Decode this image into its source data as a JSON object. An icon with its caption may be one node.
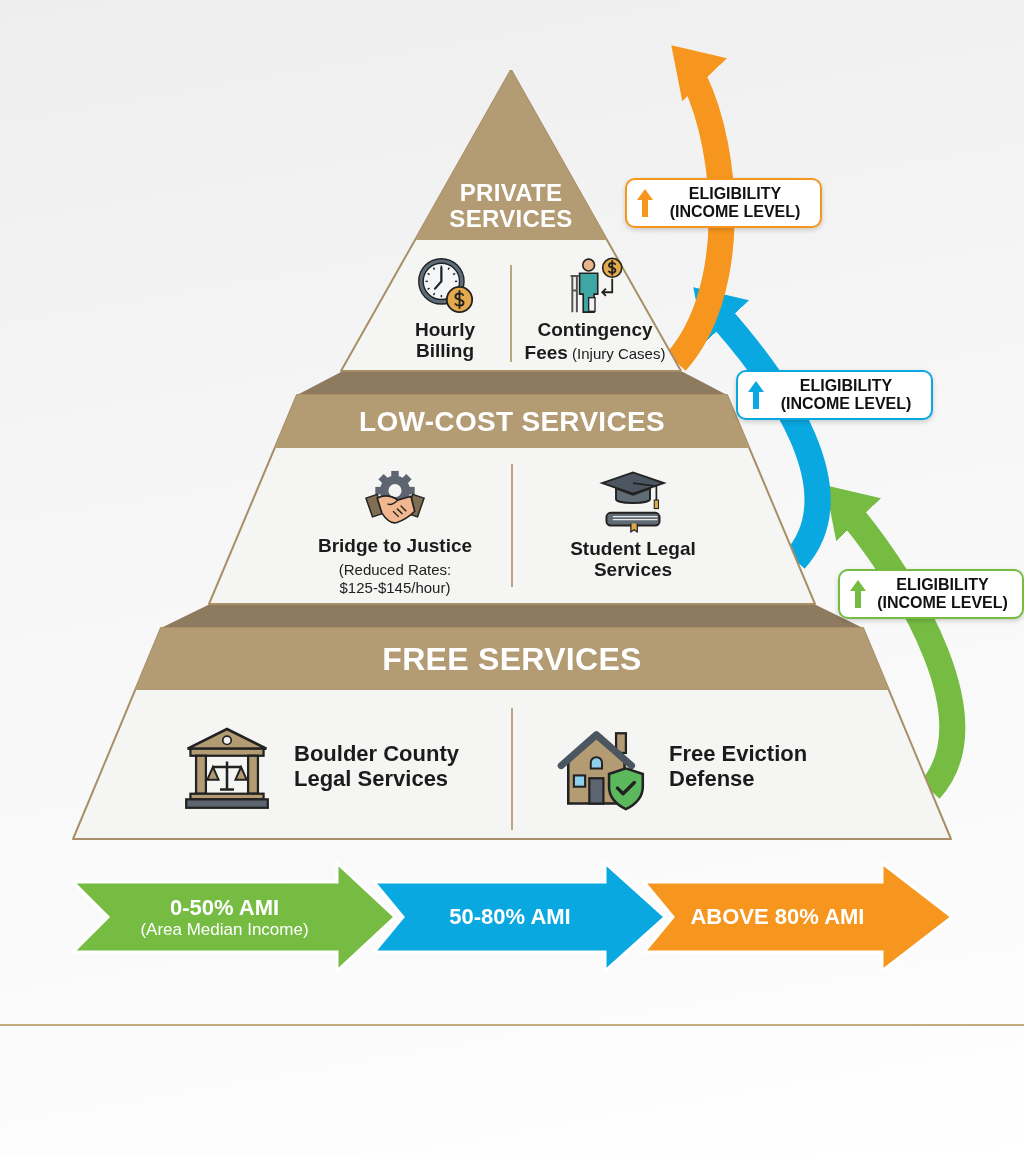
{
  "diagram": {
    "nodes": [
      {
        "text": [
          "PRIVATE SERVICES"
        ]
      },
      {
        "text": [
          "Hourly Billing"
        ],
        "in": 0
      },
      {
        "text": [
          "**Contingency Fees** (Injury Cases)"
        ],
        "in": 0
      },
      {
        "text": [
          "LOW-COST SERVICES"
        ]
      },
      {
        "text": [
          "Bridge to Justice",
          "(Reduced Rates: $125-$145/hour)"
        ],
        "in": 3
      },
      {
        "text": [
          "Student Legal Services"
        ],
        "in": 3
      },
      {
        "text": [
          "FREE SERVICES"
        ]
      },
      {
        "text": [
          "Boulder County Legal Services"
        ],
        "in": 6
      },
      {
        "text": [
          "Free Eviction Defense"
        ],
        "in": 6
      },
      {
        "text": [
          "0-50% AMI",
          "(Area Median Income)"
        ]
      },
      {
        "text": [
          "50-80% AMI"
        ]
      },
      {
        "text": [
          "ABOVE 80% AMI"
        ]
      }
    ],
    "edges": [
      {
        "from": 6,
        "to": 3,
        "arrow": "to",
        "label": "ELIGIBILITY (INCOME LEVEL)",
        "color": "#76bc43"
      },
      {
        "from": 3,
        "to": 0,
        "arrow": "to",
        "label": "ELIGIBILITY (INCOME LEVEL)",
        "color": "#0aa8e0"
      },
      {
        "from": 0,
        "to": null,
        "arrow": "to",
        "label": "ELIGIBILITY (INCOME LEVEL)",
        "color": "#f7961e"
      }
    ]
  }
}
